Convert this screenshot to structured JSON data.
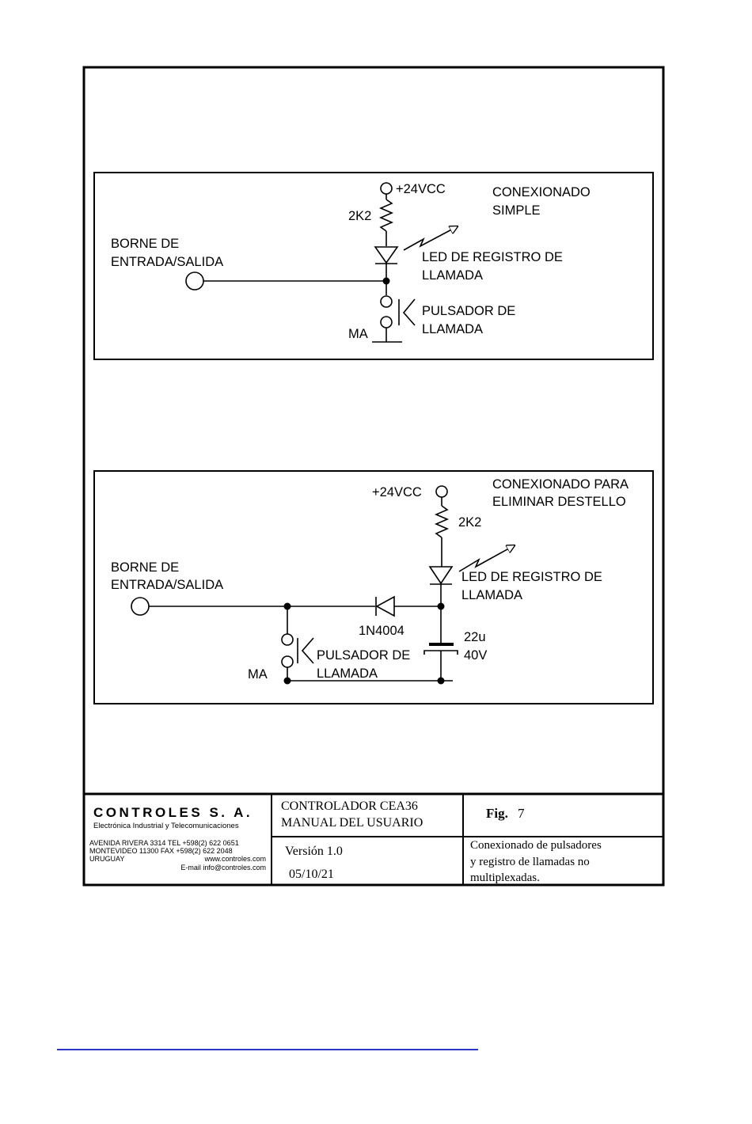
{
  "diagram1": {
    "title_line1": "CONEXIONADO",
    "title_line2": "SIMPLE",
    "supply": "+24VCC",
    "resistor": "2K2",
    "terminal_line1": "BORNE DE",
    "terminal_line2": "ENTRADA/SALIDA",
    "led_line1": "LED DE REGISTRO DE",
    "led_line2": "LLAMADA",
    "button_line1": "PULSADOR DE",
    "button_line2": "LLAMADA",
    "ground": "MA"
  },
  "diagram2": {
    "title_line1": "CONEXIONADO PARA",
    "title_line2": "ELIMINAR DESTELLO",
    "supply": "+24VCC",
    "resistor": "2K2",
    "terminal_line1": "BORNE DE",
    "terminal_line2": "ENTRADA/SALIDA",
    "led_line1": "LED DE REGISTRO DE",
    "led_line2": "LLAMADA",
    "diode": "1N4004",
    "capacitor_line1": "22u",
    "capacitor_line2": "40V",
    "button_line1": "PULSADOR DE",
    "button_line2": "LLAMADA",
    "ground": "MA"
  },
  "title_block": {
    "company": "CONTROLES S. A.",
    "company_sub": "Electrónica Industrial y Telecomunicaciones",
    "addr_line1": "AVENIDA RIVERA 3314   TEL +598(2) 622 0651",
    "addr_line2": "MONTEVIDEO 11300      FAX +598(2) 622 2048",
    "addr_line3_left": "URUGUAY",
    "addr_line3_right": "www.controles.com",
    "addr_line4": "E-mail info@controles.com",
    "product_line1": "CONTROLADOR CEA36",
    "product_line2": "MANUAL DEL USUARIO",
    "fig_label": "Fig.",
    "fig_number": "7",
    "version": "Versión 1.0",
    "date": "05/10/21",
    "desc_line1": "Conexionado de pulsadores",
    "desc_line2": "y registro de llamadas no",
    "desc_line3": "multiplexadas."
  }
}
